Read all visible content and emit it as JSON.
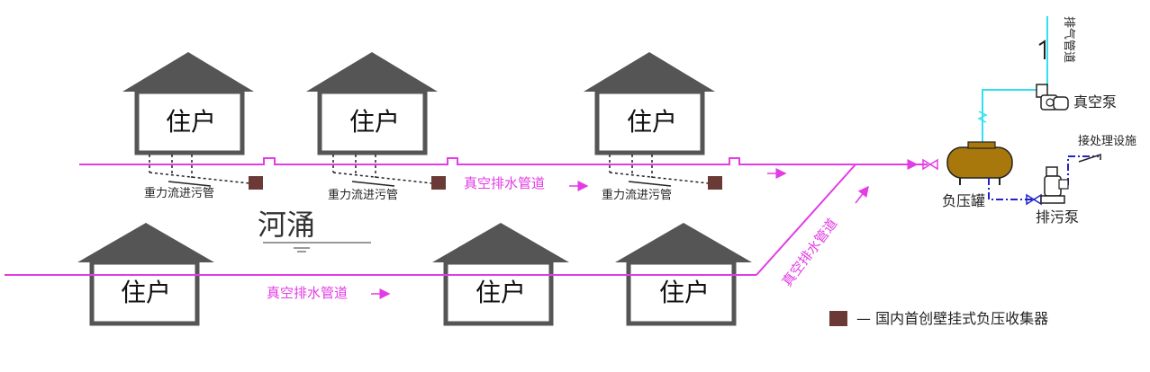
{
  "houses": {
    "top": [
      "住户",
      "住户",
      "住户"
    ],
    "bottom": [
      "住户",
      "住户",
      "住户"
    ]
  },
  "labels": {
    "gravity_pipe": "重力流进污管",
    "vacuum_pipe": "真空排水管道",
    "river": "河涌",
    "tank": "负压罐",
    "vacuum_pump": "真空泵",
    "exhaust_pipe": "排气管道",
    "sewage_pump": "排污泵",
    "treatment": "接处理设施"
  },
  "legend": {
    "collector": "— 国内首创壁挂式负压收集器"
  },
  "colors": {
    "vacuum_pipe": "#e33be6",
    "exhaust_pipe": "#33e0f0",
    "sewage_line": "#2222cc",
    "house": "#555555",
    "collector": "#6b3a36",
    "tank": "#a8780c"
  }
}
